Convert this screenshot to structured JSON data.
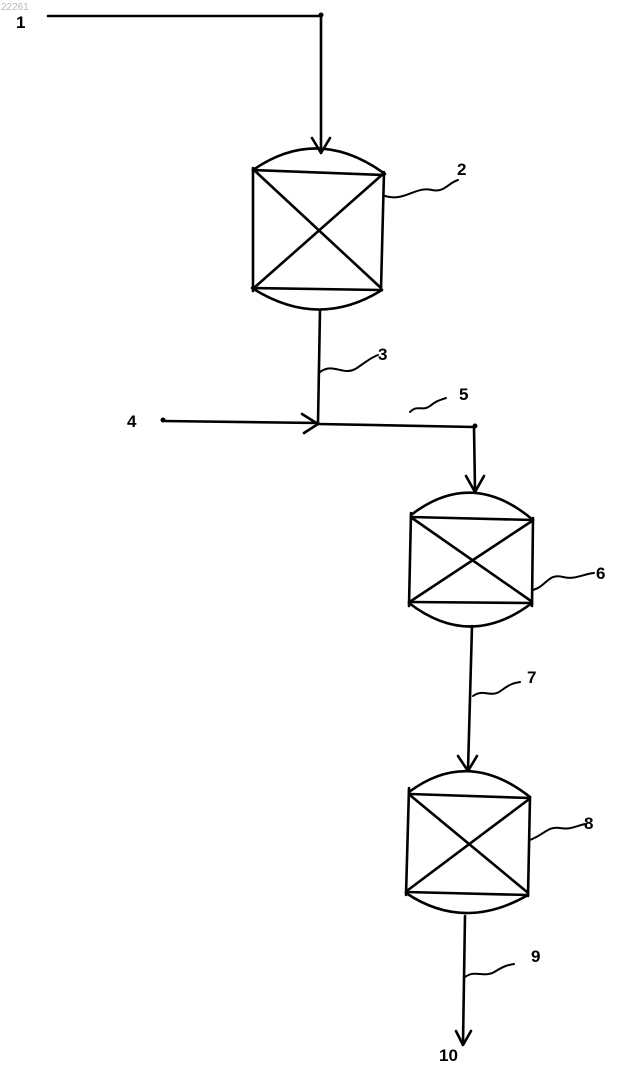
{
  "figure_code": "22261",
  "labels": {
    "l1": "1",
    "l2": "2",
    "l3": "3",
    "l4": "4",
    "l5": "5",
    "l6": "6",
    "l7": "7",
    "l8": "8",
    "l9": "9",
    "l10": "10"
  }
}
